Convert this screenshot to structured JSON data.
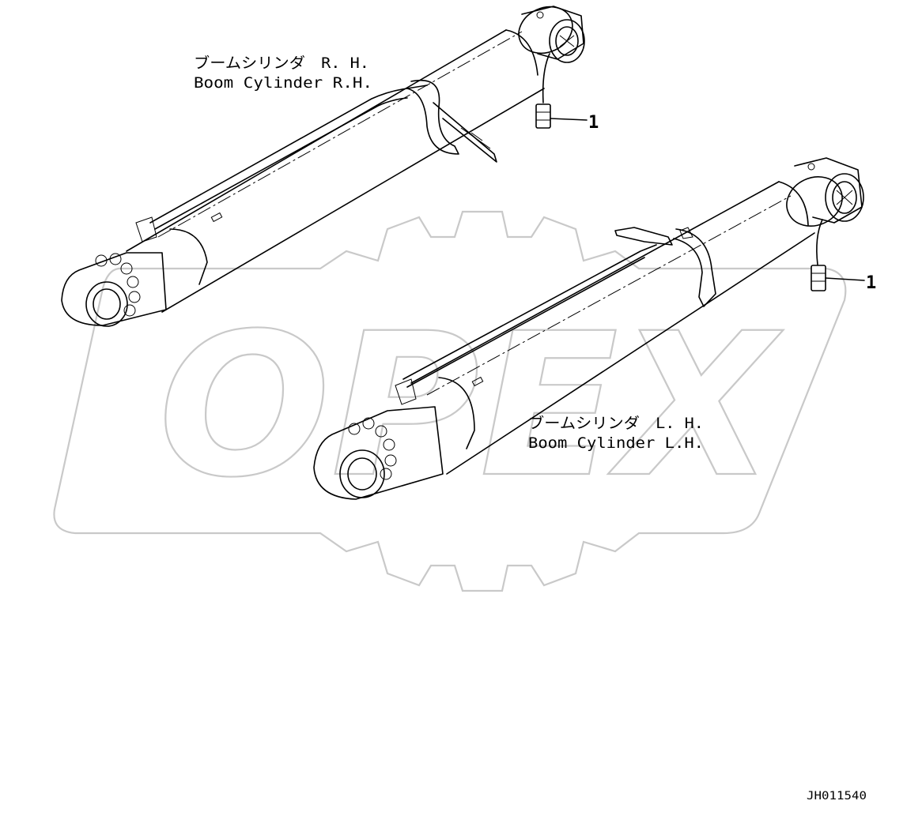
{
  "watermark": {
    "text": "OPEX"
  },
  "labels": {
    "rh_jp": "ブームシリンダ　R. H.",
    "rh_en": "Boom Cylinder R.H.",
    "lh_jp": "ブームシリンダ　L. H.",
    "lh_en": "Boom Cylinder L.H."
  },
  "callouts": [
    {
      "number": "1"
    },
    {
      "number": "1"
    }
  ],
  "drawing_code": "JH011540"
}
